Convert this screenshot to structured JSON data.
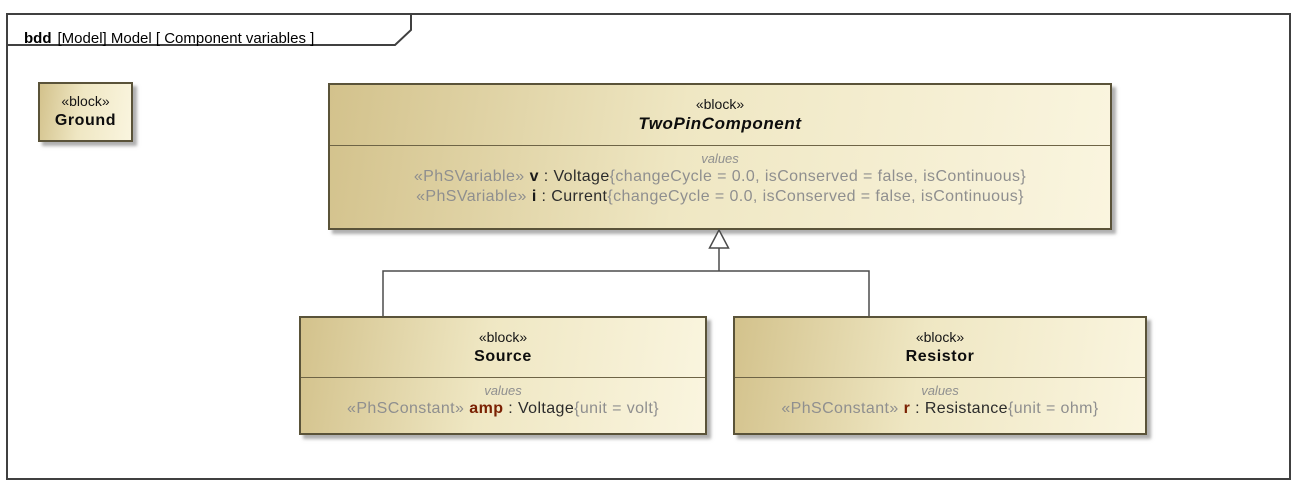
{
  "frame": {
    "keyword": "bdd",
    "title": "[Model] Model [ Component variables ]"
  },
  "blocks": {
    "ground": {
      "stereotype": "«block»",
      "name": "Ground"
    },
    "twopin": {
      "stereotype": "«block»",
      "name": "TwoPinComponent",
      "values_label": "values",
      "properties": [
        {
          "stereotype": "«PhSVariable»",
          "prop": "v",
          "sep": " : ",
          "type": "Voltage",
          "constraint": "{changeCycle = 0.0, isConserved = false, isContinuous}",
          "prop_color": "#1a1a1a"
        },
        {
          "stereotype": "«PhSVariable»",
          "prop": "i",
          "sep": " : ",
          "type": "Current",
          "constraint": "{changeCycle = 0.0, isConserved = false, isContinuous}",
          "prop_color": "#1a1a1a"
        }
      ]
    },
    "source": {
      "stereotype": "«block»",
      "name": "Source",
      "values_label": "values",
      "properties": [
        {
          "stereotype": "«PhSConstant»",
          "prop": "amp",
          "sep": " : ",
          "type": "Voltage",
          "constraint": "{unit = volt}",
          "prop_color": "#7a2103"
        }
      ]
    },
    "resistor": {
      "stereotype": "«block»",
      "name": "Resistor",
      "values_label": "values",
      "properties": [
        {
          "stereotype": "«PhSConstant»",
          "prop": "r",
          "sep": " : ",
          "type": "Resistance",
          "constraint": "{unit = ohm}",
          "prop_color": "#7a2103"
        }
      ]
    }
  },
  "colors": {
    "frame_border": "#404040",
    "block_border": "#5a5339",
    "block_fill_dark": "#d3c28c",
    "block_fill_light": "#faf5df",
    "connector": "#4b4b4b",
    "gray_text": "#8f8f8f",
    "maroon_text": "#7a2103"
  }
}
